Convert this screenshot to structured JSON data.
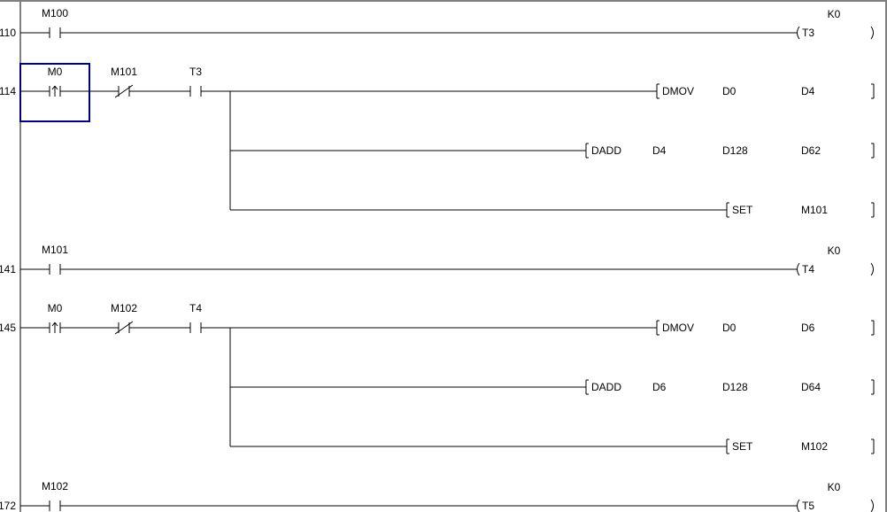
{
  "colors": {
    "wire": "#000000",
    "cursor": "#000080",
    "frame": "#7f7f7f",
    "background": "#ffffff"
  },
  "rungs": [
    {
      "step": "110",
      "contacts": [
        {
          "device": "M100",
          "kind": "normally-open"
        }
      ],
      "outputs": [
        {
          "type": "coil",
          "device": "T3",
          "constant": "K0"
        }
      ]
    },
    {
      "step": "114",
      "selected_contact": 0,
      "contacts": [
        {
          "device": "M0",
          "kind": "rising-edge"
        },
        {
          "device": "M101",
          "kind": "normally-closed"
        },
        {
          "device": "T3",
          "kind": "normally-open"
        }
      ],
      "outputs": [
        {
          "type": "instruction",
          "op": "DMOV",
          "operands": [
            "D0",
            "D4"
          ]
        },
        {
          "type": "instruction",
          "op": "DADD",
          "operands": [
            "D4",
            "D128",
            "D62"
          ]
        },
        {
          "type": "instruction",
          "op": "SET",
          "operands": [
            "M101"
          ]
        }
      ]
    },
    {
      "step": "141",
      "contacts": [
        {
          "device": "M101",
          "kind": "normally-open"
        }
      ],
      "outputs": [
        {
          "type": "coil",
          "device": "T4",
          "constant": "K0"
        }
      ]
    },
    {
      "step": "145",
      "contacts": [
        {
          "device": "M0",
          "kind": "rising-edge"
        },
        {
          "device": "M102",
          "kind": "normally-closed"
        },
        {
          "device": "T4",
          "kind": "normally-open"
        }
      ],
      "outputs": [
        {
          "type": "instruction",
          "op": "DMOV",
          "operands": [
            "D0",
            "D6"
          ]
        },
        {
          "type": "instruction",
          "op": "DADD",
          "operands": [
            "D6",
            "D128",
            "D64"
          ]
        },
        {
          "type": "instruction",
          "op": "SET",
          "operands": [
            "M102"
          ]
        }
      ]
    },
    {
      "step": "172",
      "contacts": [
        {
          "device": "M102",
          "kind": "normally-open"
        }
      ],
      "outputs": [
        {
          "type": "coil",
          "device": "T5",
          "constant": "K0"
        }
      ]
    }
  ]
}
